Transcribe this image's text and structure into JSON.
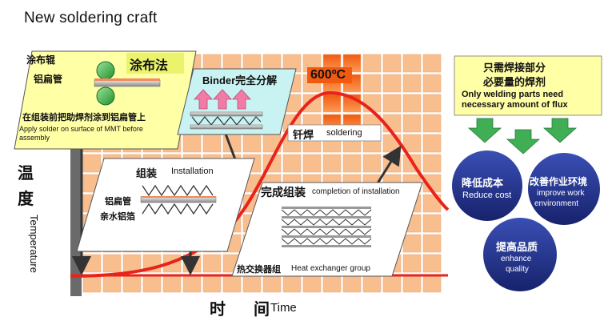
{
  "title": "New soldering craft",
  "axes": {
    "y_label_cn_1": "温",
    "y_label_cn_2": "度",
    "y_label_en": "Temperature",
    "x_label_cn": "时 间",
    "x_label_en": "Time"
  },
  "peak_label": "600ºC",
  "steps": {
    "coating": {
      "title_cn": "涂布法",
      "roller_label": "涂布辊",
      "tube_label": "铝扁管",
      "desc_cn": "在组装前把助焊剂涂到铝扁管上",
      "desc_en": "Apply solder on surface of MMT before assembly"
    },
    "binder": {
      "label": "Binder完全分解"
    },
    "soldering": {
      "label_cn": "钎焊",
      "label_en": "soldering"
    },
    "installation": {
      "label_cn": "组装",
      "label_en": "Installation",
      "tube_label": "铝扁管",
      "fin_label": "亲水铝箔"
    },
    "completion": {
      "label_cn": "完成组装",
      "label_en": "completion of installation",
      "group_cn": "热交换器组",
      "group_en": "Heat exchanger group"
    }
  },
  "benefits": {
    "header_cn_1": "只需焊接部分",
    "header_cn_2": "必要量的焊剂",
    "header_en_1": "Only welding parts need",
    "header_en_2": "necessary amount of flux",
    "items": [
      {
        "cn": "降低成本",
        "en": "Reduce cost"
      },
      {
        "cn": "改善作业环境",
        "en_1": "improve work",
        "en_2": "environment"
      },
      {
        "cn": "提高品质",
        "en_1": "enhance",
        "en_2": "quality"
      }
    ]
  },
  "colors": {
    "grid_tile": "#f9be8e",
    "grid_hot": "#f46a1f",
    "curve": "#e8231b",
    "label_box": "#ffffa6",
    "binder_box": "#c9f2f2",
    "circle": "#23338f",
    "arrow_green": "#3fae55"
  }
}
